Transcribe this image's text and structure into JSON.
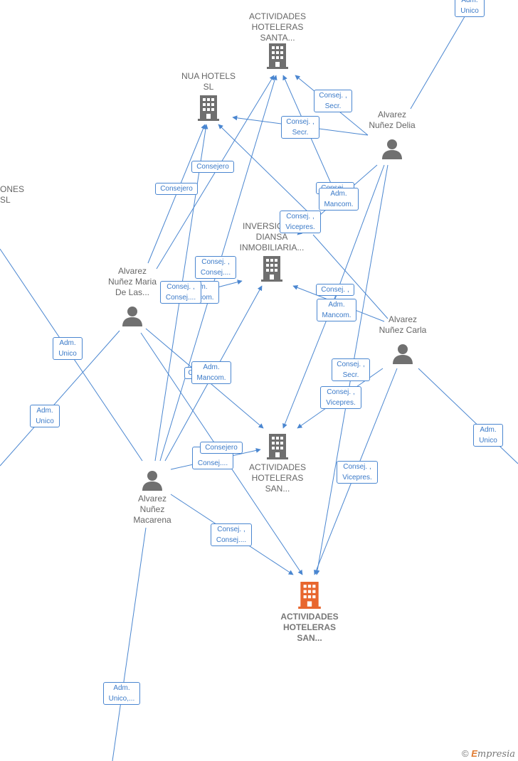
{
  "colors": {
    "edge": "#4a86d0",
    "company": "#6f6f6f",
    "highlight": "#e8662e",
    "person": "#707070",
    "badge_text": "#3b7ac8"
  },
  "nodes": {
    "ahs_top": {
      "label": "ACTIVIDADES\nHOTELERAS\nSANTA...",
      "icon": "building-icon"
    },
    "nua": {
      "label": "NUA HOTELS\nSL",
      "icon": "building-icon"
    },
    "inversiones": {
      "label": "INVERSIONES\nDIANSA\nINMOBILIARIA...",
      "icon": "building-icon"
    },
    "ahs_mid": {
      "label": "ACTIVIDADES\nHOTELERAS\nSAN...",
      "icon": "building-icon"
    },
    "ahs_main": {
      "label": "ACTIVIDADES\nHOTELERAS\nSAN...",
      "icon": "building-icon"
    },
    "left_partial": {
      "label": "ONES\nSL",
      "icon": ""
    },
    "delia": {
      "label": "Alvarez\nNuñez Delia",
      "icon": "person-icon"
    },
    "maria": {
      "label": "Alvarez\nNuñez Maria\nDe Las...",
      "icon": "person-icon"
    },
    "carla": {
      "label": "Alvarez\nNuñez Carla",
      "icon": "person-icon"
    },
    "macarena": {
      "label": "Alvarez\nNuñez\nMacarena",
      "icon": "person-icon"
    }
  },
  "badges": {
    "b_top_adm": "Adm.\nUnico",
    "b_delia_top": "Consej. ,\nSecr.",
    "b_delia_nua": "Consej. ,\nSecr.",
    "b_consejero_a": "Consejero",
    "b_consejero_b": "Consejero",
    "b_delia_under": "Consej. ,",
    "b_delia_admmanc": "Adm.\nMancom.",
    "b_vicepres_inv": "Consej. ,\nVicepres.",
    "b_consej_a": "Consej. ,\nConsej....",
    "b_under_mancom": "Adm.\nMancom.",
    "b_consej_b": "Consej. ,\nConsej....",
    "b_carla_under": "Consej. ,",
    "b_carla_admmanc": "Adm.\nMancom.",
    "b_left_adm1": "Adm.\nUnico",
    "b_mac_admmanc": "Adm.\nMancom.",
    "b_c_under": "C",
    "b_carla_secr": "Consej. ,\nSecr.",
    "b_carla_vice": "Consej. ,\nVicepres.",
    "b_left_adm2": "Adm.\nUnico",
    "b_right_adm": "Adm.\nUnico",
    "b_consej_under": "Consej....",
    "b_consejero_c": "Consejero",
    "b_carla_vice2": "Consej. ,\nVicepres.",
    "b_mac_main": "Consej. ,\nConsej....",
    "b_bottom_adm": "Adm.\nUnico,..."
  },
  "watermark": {
    "symbol": "©",
    "brand_initial": "E",
    "brand_rest": "mpresia"
  }
}
